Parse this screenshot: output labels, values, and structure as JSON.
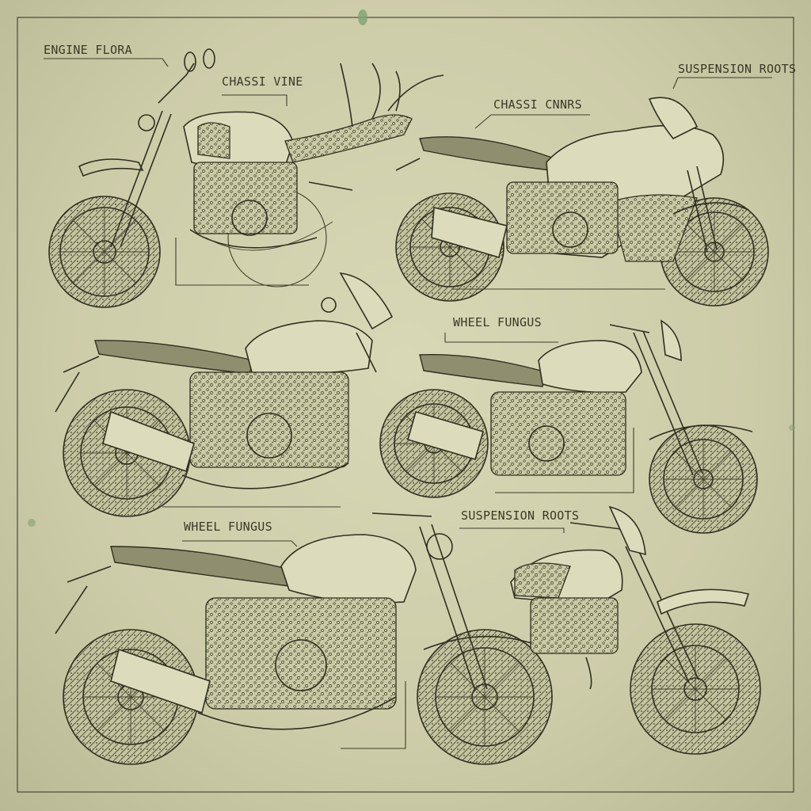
{
  "labels": {
    "l1": "ENGINE FLORA",
    "l2": "CHASSI VINE",
    "l3": "SUSPENSION ROOTS",
    "l4": "CHASSI CNNRS",
    "l5": "WHEEL FUNGUS",
    "l6": "WHEEL FUNGUS",
    "l7": "SUSPENSION ROOTS"
  },
  "colors": {
    "paper": "#cfcfad",
    "ink": "#2f2f1f",
    "stain": "#7fa273"
  }
}
